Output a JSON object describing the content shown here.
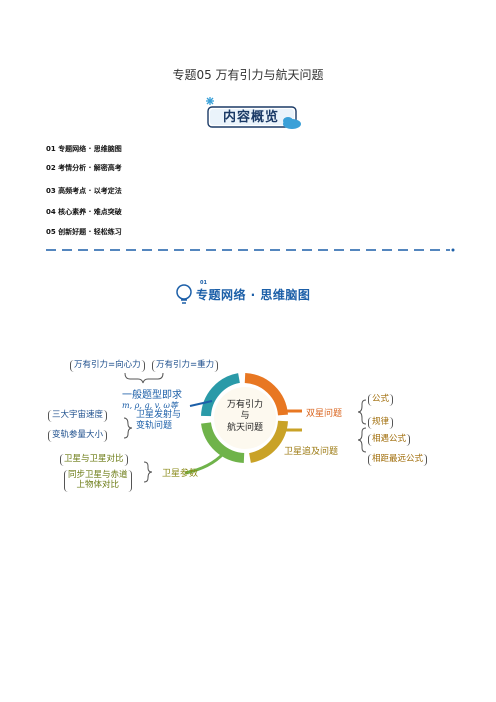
{
  "title": "专题05  万有引力与航天问题",
  "banner": {
    "label": "内容概览"
  },
  "toc": [
    "01 专题网络 · 思维脑图",
    "02 考情分析 · 解密高考",
    "03 高频考点 · 以考定法",
    "04 核心素养 · 难点突破",
    "05 创新好题 · 轻松练习"
  ],
  "section": {
    "number": "01",
    "title": "专题网络 · 思维脑图"
  },
  "mindmap": {
    "center": [
      "万有引力",
      "与",
      "航天问题"
    ],
    "top_left": [
      "万有引力=向心力",
      "万有引力=重力"
    ],
    "general": [
      "一般题型即求",
      "m, ρ, g, v, ω等"
    ],
    "launch": {
      "label": [
        "卫星发射与",
        "变轨问题"
      ],
      "items": [
        "三大宇宙速度",
        "变轨参量大小"
      ]
    },
    "params": {
      "label": "卫星参数",
      "items": [
        "卫星与卫星对比",
        "同步卫星与赤道",
        "上物体对比"
      ]
    },
    "double_star": {
      "label": "双星问题",
      "items": [
        "公式",
        "规律"
      ]
    },
    "chase": {
      "label": "卫星追及问题",
      "items": [
        "相遇公式",
        "相距最远公式"
      ]
    },
    "colors": {
      "blue": "#1c5fa8",
      "orange": "#e87722",
      "gold": "#c9a227",
      "green": "#6fb34a",
      "teal": "#2a9aa8"
    }
  }
}
